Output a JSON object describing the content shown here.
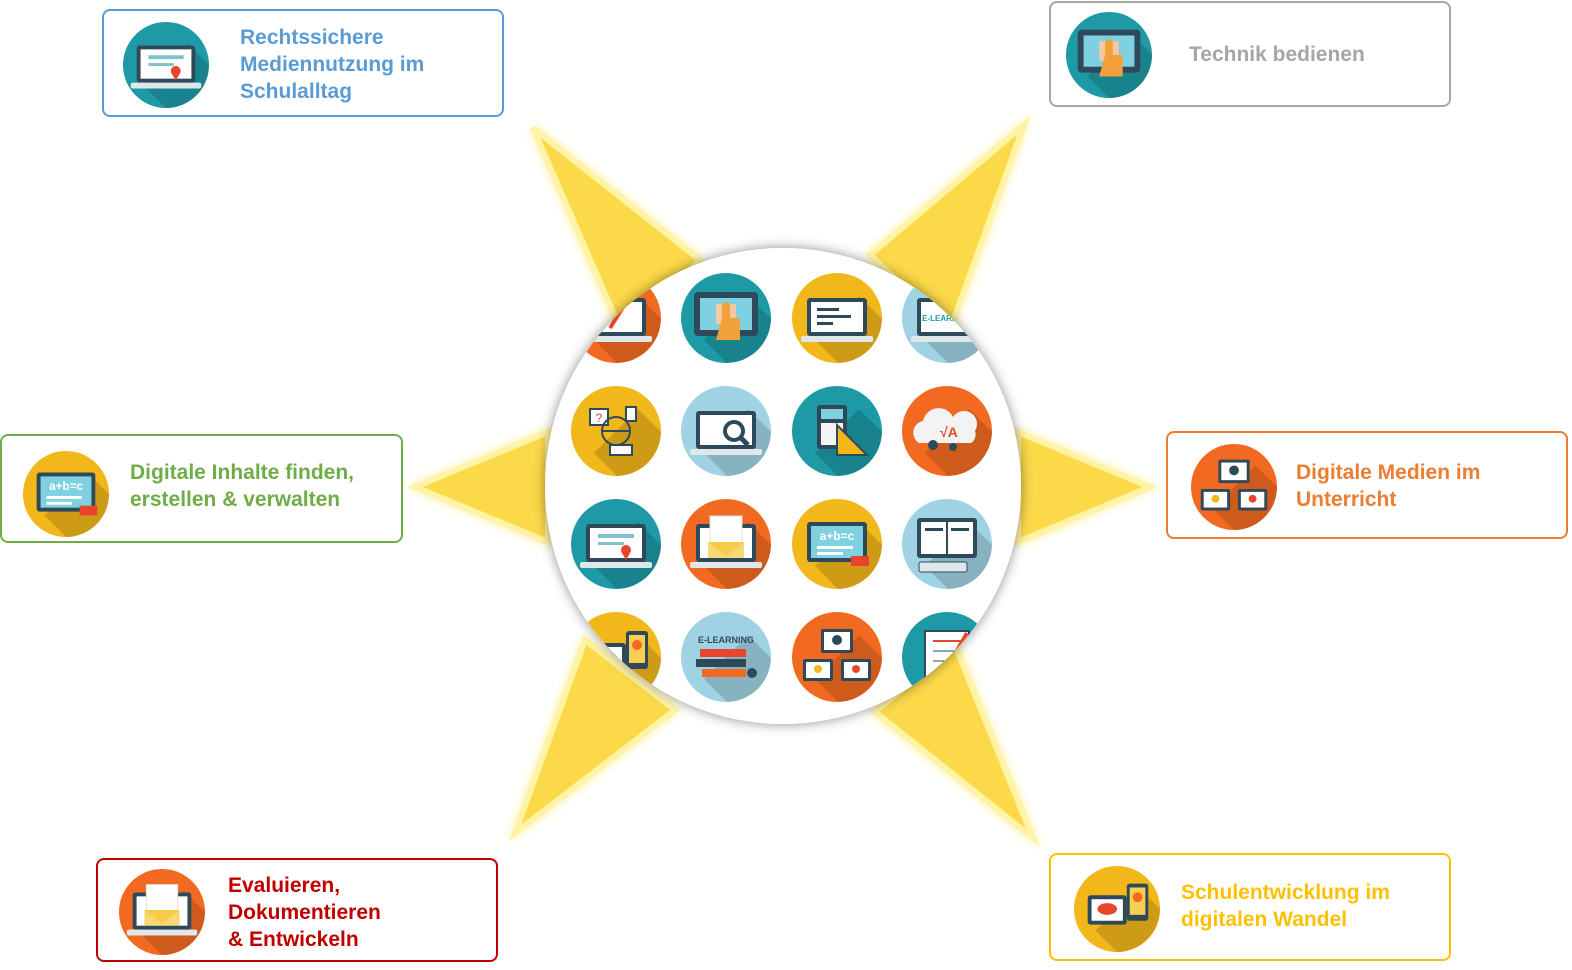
{
  "colors": {
    "sun_ray": "#FCD94A",
    "sun_glow": "#FFF3A6",
    "teal": "#1E9AA6",
    "orange": "#F26A21",
    "yellow": "#F2B71B",
    "lightblue": "#9FD3E3"
  },
  "categories": [
    {
      "id": "recht",
      "lines": [
        "Rechtssichere",
        "Mediennutzung im",
        "Schulalltag"
      ],
      "color": "#5B9BD5",
      "icon": "certificate-laptop-icon",
      "icon_bg": "#1E9AA6"
    },
    {
      "id": "technik",
      "lines": [
        "Technik bedienen"
      ],
      "color": "#A6A6A6",
      "icon": "touch-screen-icon",
      "icon_bg": "#1E9AA6"
    },
    {
      "id": "inhalte",
      "lines": [
        "Digitale Inhalte finden,",
        "erstellen & verwalten"
      ],
      "color": "#70AD47",
      "icon": "formula-board-icon",
      "icon_bg": "#F2B71B"
    },
    {
      "id": "unterricht",
      "lines": [
        "Digitale Medien im",
        "Unterricht"
      ],
      "color": "#ED7D31",
      "icon": "video-conference-icon",
      "icon_bg": "#F26A21"
    },
    {
      "id": "evaluieren",
      "lines": [
        "Evaluieren,",
        "Dokumentieren",
        "& Entwickeln"
      ],
      "color": "#C00000",
      "icon": "mail-laptop-icon",
      "icon_bg": "#F26A21"
    },
    {
      "id": "schule",
      "lines": [
        "Schulentwicklung im",
        "digitalen Wandel"
      ],
      "color": "#FFC000",
      "icon": "tablet-chat-icon",
      "icon_bg": "#F2B71B"
    }
  ],
  "hub_icons": [
    {
      "name": "pencil-laptop-icon",
      "bg": "#F26A21"
    },
    {
      "name": "touch-screen-icon",
      "bg": "#1E9AA6"
    },
    {
      "name": "code-laptop-icon",
      "bg": "#F2B71B"
    },
    {
      "name": "elearning-laptop-icon",
      "bg": "#9FD3E3"
    },
    {
      "name": "question-network-icon",
      "bg": "#F2B71B"
    },
    {
      "name": "magnifier-screen-icon",
      "bg": "#9FD3E3"
    },
    {
      "name": "calculator-ruler-icon",
      "bg": "#1E9AA6"
    },
    {
      "name": "cloud-math-icon",
      "bg": "#F26A21"
    },
    {
      "name": "certificate-laptop-icon",
      "bg": "#1E9AA6"
    },
    {
      "name": "mail-laptop-icon",
      "bg": "#F26A21"
    },
    {
      "name": "formula-board-icon",
      "bg": "#F2B71B"
    },
    {
      "name": "ebook-computer-icon",
      "bg": "#9FD3E3"
    },
    {
      "name": "tablet-chat-icon",
      "bg": "#F2B71B"
    },
    {
      "name": "elearning-books-icon",
      "bg": "#9FD3E3"
    },
    {
      "name": "video-conference-icon",
      "bg": "#F26A21"
    },
    {
      "name": "notebook-pencil-icon",
      "bg": "#1E9AA6"
    }
  ],
  "hub_texts": {
    "elearning": "E-LEARNING",
    "formula": "a+b=c",
    "math": "√A"
  }
}
